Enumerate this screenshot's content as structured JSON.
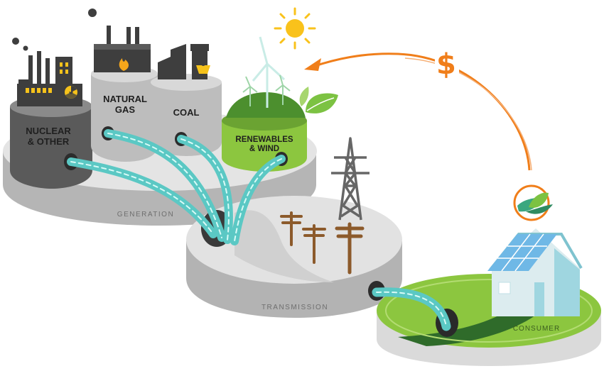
{
  "diagram": {
    "nodes": {
      "nuclear": {
        "label_line1": "NUCLEAR",
        "label_line2": "& OTHER"
      },
      "natural_gas": {
        "label_line1": "NATURAL",
        "label_line2": "GAS"
      },
      "coal": {
        "label": "COAL"
      },
      "renewables": {
        "label_line1": "RENEWABLES",
        "label_line2": "& WIND"
      },
      "generation": {
        "label": "GENERATION"
      },
      "transmission": {
        "label": "TRANSMISSION"
      },
      "consumer": {
        "label": "CONSUMER"
      }
    },
    "payment_symbol": "$",
    "colors": {
      "cylinder_dark": "#5e5e5e",
      "cylinder_mid": "#bdbdbd",
      "platform": "#d9d9d9",
      "pipe": "#5bc8c4",
      "pipe_dash": "#d9fbf7",
      "money_arrow": "#f07e1a",
      "green": "#7cc242",
      "sun": "#f9c21b",
      "house": "#9fd6e0"
    },
    "icons": [
      "factory-icon",
      "radiation-icon",
      "flame-icon",
      "coal-cart-icon",
      "wind-turbine-icon",
      "leaf-icon",
      "sun-icon",
      "transmission-tower-icon",
      "utility-pole-icon",
      "house-icon",
      "solar-panel-icon",
      "bird-leaf-logo-icon",
      "arrow-icon"
    ]
  }
}
